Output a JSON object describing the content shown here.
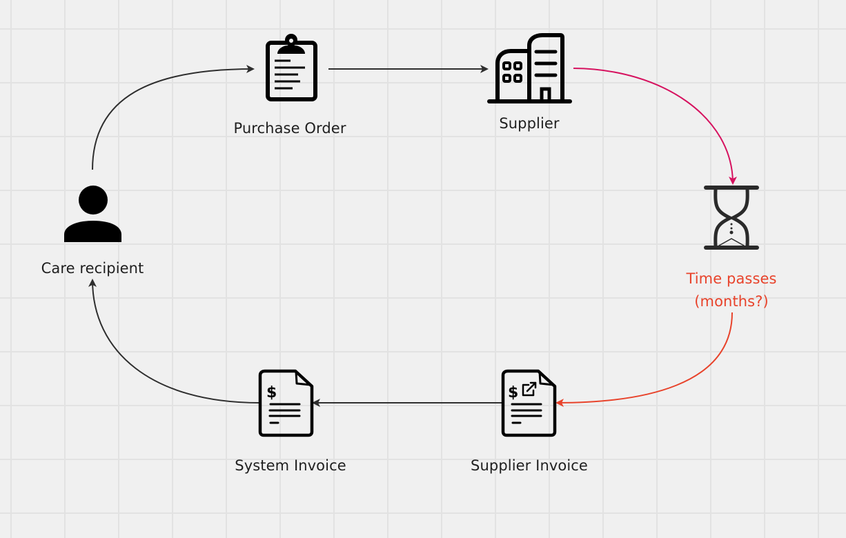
{
  "diagram": {
    "title": "Purchase order to invoice cycle",
    "colors": {
      "background": "#f0f0f0",
      "grid": "#e2e2e2",
      "connector": "#2e2e2e",
      "icon": "#000000",
      "supplier_to_wait": "#d6125f",
      "wait_to_invoice": "#e8432b",
      "wait_label": "#e8432b"
    },
    "nodes": [
      {
        "id": "care-recipient",
        "icon": "person-icon",
        "label": "Care recipient"
      },
      {
        "id": "purchase-order",
        "icon": "clipboard-icon",
        "label": "Purchase Order"
      },
      {
        "id": "supplier",
        "icon": "building-icon",
        "label": "Supplier"
      },
      {
        "id": "time-passes",
        "icon": "hourglass-icon",
        "label_line1": "Time passes",
        "label_line2": "(months?)"
      },
      {
        "id": "supplier-invoice",
        "icon": "invoice-external-icon",
        "label": "Supplier Invoice"
      },
      {
        "id": "system-invoice",
        "icon": "invoice-icon",
        "label": "System Invoice"
      }
    ],
    "edges": [
      {
        "from": "care-recipient",
        "to": "purchase-order",
        "style": "curved",
        "color": "#2e2e2e"
      },
      {
        "from": "purchase-order",
        "to": "supplier",
        "style": "straight",
        "color": "#2e2e2e"
      },
      {
        "from": "supplier",
        "to": "time-passes",
        "style": "curved",
        "color": "#d6125f"
      },
      {
        "from": "time-passes",
        "to": "supplier-invoice",
        "style": "curved",
        "color": "#e8432b"
      },
      {
        "from": "supplier-invoice",
        "to": "system-invoice",
        "style": "straight",
        "color": "#2e2e2e"
      },
      {
        "from": "system-invoice",
        "to": "care-recipient",
        "style": "curved",
        "color": "#2e2e2e"
      }
    ]
  }
}
